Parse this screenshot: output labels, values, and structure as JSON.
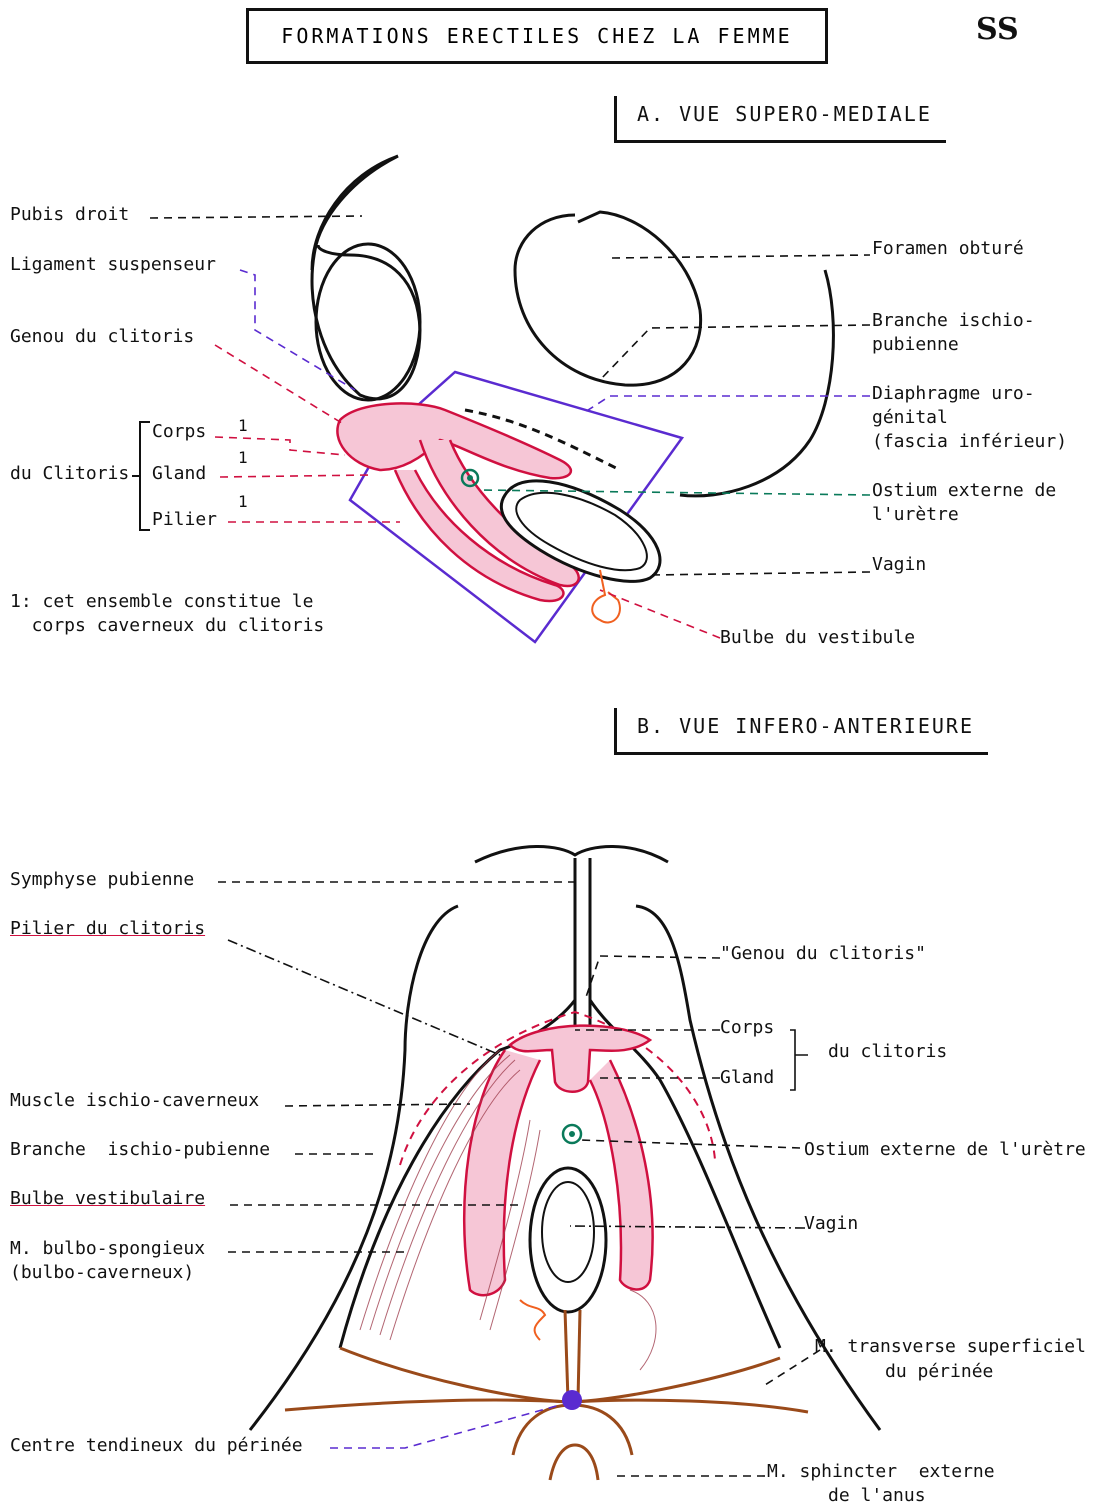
{
  "header": {
    "title": "FORMATIONS  ERECTILES  CHEZ  LA  FEMME",
    "badge": "SS"
  },
  "view_a": {
    "heading": "A.  VUE SUPERO-MEDIALE",
    "labels": {
      "pubis_droit": "Pubis droit",
      "ligament_suspenseur": "Ligament suspenseur",
      "genou_clitoris": "Genou du clitoris",
      "corps": "Corps",
      "gland": "Gland",
      "pilier": "Pilier",
      "du_clitoris": "du Clitoris",
      "superscript": "1",
      "foramen": "Foramen obturé",
      "branche_1": "Branche ischio-",
      "branche_2": "pubienne",
      "diaphragme_1": "Diaphragme uro-",
      "diaphragme_2": "génital",
      "diaphragme_3": "(fascia inférieur)",
      "ostium_1": "Ostium externe de",
      "ostium_2": "l'urètre",
      "vagin": "Vagin",
      "bulbe": "Bulbe du vestibule"
    },
    "footnote_1": "1: cet ensemble constitue le",
    "footnote_2": "  corps caverneux du clitoris"
  },
  "view_b": {
    "heading": "B.  VUE INFERO-ANTERIEURE",
    "labels": {
      "symphyse": "Symphyse pubienne",
      "pilier": "Pilier du clitoris",
      "genou": "\"Genou du clitoris\"",
      "corps": "Corps",
      "gland": "Gland",
      "du_clitoris": "du clitoris",
      "muscle_ischio": "Muscle ischio-caverneux",
      "branche": "Branche  ischio-pubienne",
      "ostium": "Ostium externe de l'urètre",
      "bulbe": "Bulbe vestibulaire",
      "vagin": "Vagin",
      "bulbo_1": "M. bulbo-spongieux",
      "bulbo_2": "(bulbo-caverneux)",
      "transverse_1": "M. transverse superficiel",
      "transverse_2": "du périnée",
      "centre": "Centre tendineux du périnée",
      "sphincter_1": "M. sphincter  externe",
      "sphincter_2": "de l'anus"
    }
  },
  "colors": {
    "ink": "#111111",
    "red": "#d01040",
    "pink_fill": "#f6c6d6",
    "purple": "#5a2bd0",
    "teal": "#0a7a5a",
    "orange": "#f06020",
    "brown": "#9a4a1a"
  }
}
